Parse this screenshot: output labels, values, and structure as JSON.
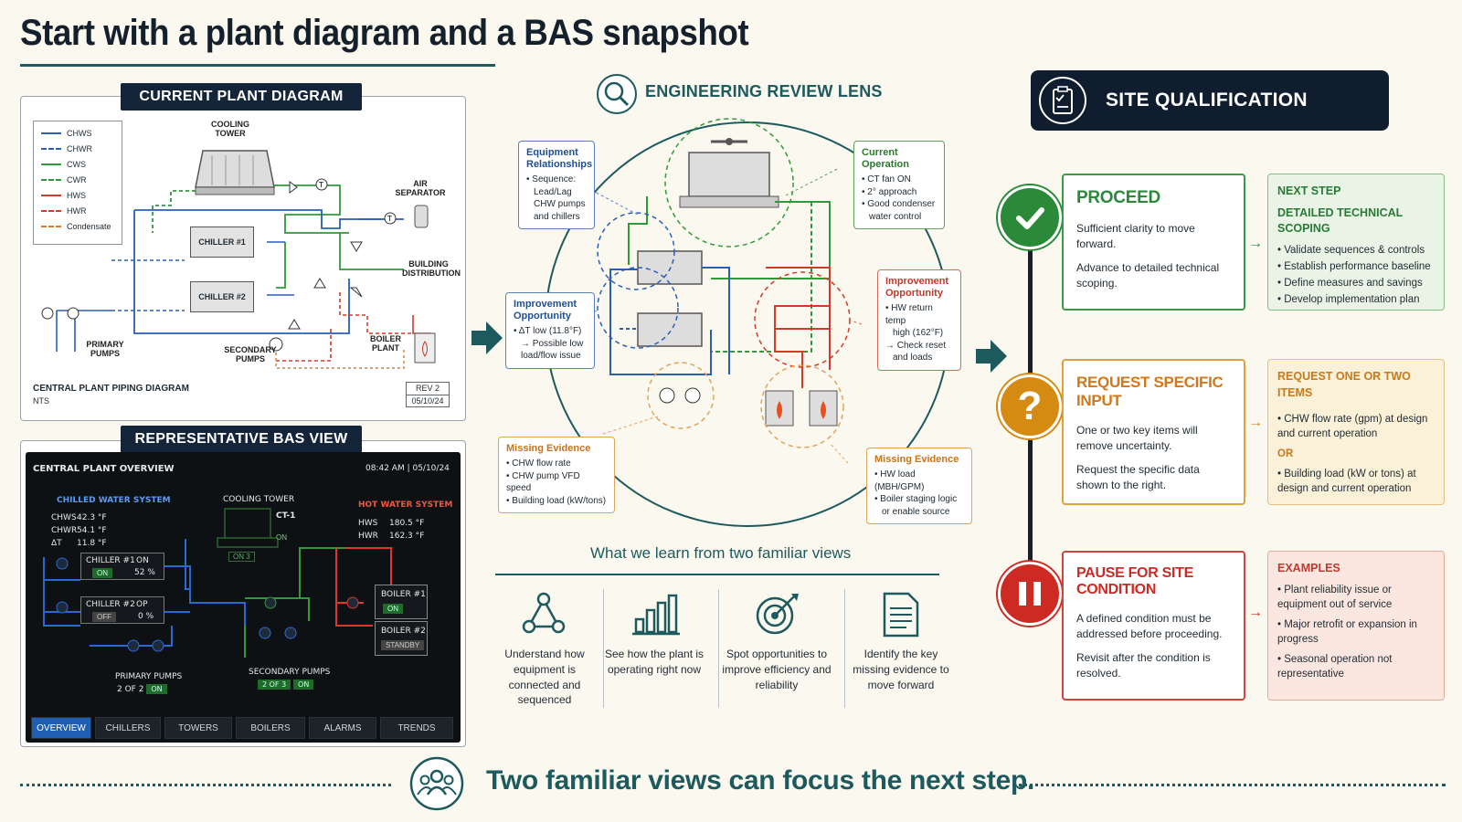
{
  "title": "Start with a plant diagram and a BAS snapshot",
  "plant": {
    "header": "CURRENT PLANT DIAGRAM",
    "legend": [
      {
        "label": "CHWS",
        "color": "#2a5fb5",
        "dash": false
      },
      {
        "label": "CHWR",
        "color": "#2a5fb5",
        "dash": true
      },
      {
        "label": "CWS",
        "color": "#2f9a3a",
        "dash": false
      },
      {
        "label": "CWR",
        "color": "#2f9a3a",
        "dash": true
      },
      {
        "label": "HWS",
        "color": "#d23a2a",
        "dash": false
      },
      {
        "label": "HWR",
        "color": "#d23a2a",
        "dash": true
      },
      {
        "label": "Condensate",
        "color": "#e07a2a",
        "dash": true
      }
    ],
    "labels": {
      "cooling_tower": "COOLING TOWER",
      "air_separator": "AIR SEPARATOR",
      "chiller1": "CHILLER #1",
      "chiller2": "CHILLER #2",
      "building_distribution": "BUILDING DISTRIBUTION",
      "primary_pumps": "PRIMARY PUMPS",
      "secondary_pumps": "SECONDARY PUMPS",
      "boiler_plant": "BOILER PLANT"
    },
    "footer_title": "CENTRAL PLANT PIPING DIAGRAM",
    "footer_sub": "NTS",
    "rev": "REV 2",
    "rev_date": "05/10/24"
  },
  "bas": {
    "header": "REPRESENTATIVE BAS VIEW",
    "screen_title": "CENTRAL PLANT OVERVIEW",
    "timestamp": "08:42 AM  |  05/10/24",
    "chw": {
      "title": "CHILLED WATER SYSTEM",
      "chws_label": "CHWS",
      "chws": "42.3 °F",
      "chwr_label": "CHWR",
      "chwr": "54.1 °F",
      "dt_label": "ΔT",
      "dt": "11.8 °F"
    },
    "tower": {
      "title": "COOLING TOWER",
      "unit": "CT-1",
      "status": "ON",
      "tag": "ON 3"
    },
    "hw": {
      "title": "HOT WATER SYSTEM",
      "hws_label": "HWS",
      "hws": "180.5 °F",
      "hwr_label": "HWR",
      "hwr": "162.3 °F"
    },
    "chiller1": {
      "name": "CHILLER #1",
      "state": "ON",
      "badge": "ON",
      "load": "52 %"
    },
    "chiller2": {
      "name": "CHILLER #2",
      "state": "OP",
      "badge": "OFF",
      "load": "0 %"
    },
    "primary": {
      "label": "PRIMARY PUMPS",
      "count": "2 OF 2",
      "badge": "ON"
    },
    "secondary": {
      "label": "SECONDARY PUMPS",
      "count": "2 OF 3",
      "badge": "ON"
    },
    "boiler1": {
      "name": "BOILER #1",
      "badge": "ON"
    },
    "boiler2": {
      "name": "BOILER #2",
      "badge": "STANDBY"
    },
    "tabs": [
      "OVERVIEW",
      "CHILLERS",
      "TOWERS",
      "BOILERS",
      "ALARMS",
      "TRENDS"
    ]
  },
  "lens": {
    "title": "ENGINEERING REVIEW LENS",
    "equip": {
      "title": "Equipment Relationships",
      "items": [
        "• Sequence:",
        "Lead/Lag",
        "CHW pumps",
        "and chillers"
      ]
    },
    "current": {
      "title": "Current Operation",
      "items": [
        "• CT fan ON",
        "• 2° approach",
        "• Good condenser",
        "water control"
      ]
    },
    "improve_left": {
      "title": "Improvement Opportunity",
      "items": [
        "• ΔT low (11.8°F)",
        "→ Possible low",
        "load/flow issue"
      ]
    },
    "improve_right": {
      "title": "Improvement Opportunity",
      "items": [
        "• HW return temp",
        "high (162°F)",
        "→ Check reset",
        "and loads"
      ]
    },
    "missing_left": {
      "title": "Missing Evidence",
      "items": [
        "• CHW flow rate",
        "• CHW pump VFD speed",
        "• Building load (kW/tons)"
      ]
    },
    "missing_right": {
      "title": "Missing Evidence",
      "items": [
        "• HW load (MBH/GPM)",
        "• Boiler staging logic",
        "or enable source"
      ]
    }
  },
  "learn": {
    "title": "What we learn from two familiar views",
    "cols": [
      {
        "text": "Understand how equipment is connected and sequenced",
        "icon": "network-icon"
      },
      {
        "text": "See how the plant is operating right now",
        "icon": "bar-chart-icon"
      },
      {
        "text": "Spot opportunities to improve efficiency and reliability",
        "icon": "target-icon"
      },
      {
        "text": "Identify the key missing evidence to move forward",
        "icon": "document-icon"
      }
    ]
  },
  "site": {
    "title": "SITE QUALIFICATION",
    "proceed": {
      "title": "PROCEED",
      "p1": "Sufficient clarity to move forward.",
      "p2": "Advance to detailed technical scoping."
    },
    "next": {
      "title": "NEXT STEP",
      "sub": "DETAILED TECHNICAL SCOPING",
      "items": [
        "• Validate sequences & controls",
        "• Establish performance baseline",
        "• Define measures and savings",
        "• Develop implementation plan"
      ]
    },
    "request": {
      "title": "REQUEST SPECIFIC INPUT",
      "p1": "One or two key items will remove uncertainty.",
      "p2": "Request the specific data shown to the right."
    },
    "request_items": {
      "title": "REQUEST ONE OR TWO ITEMS",
      "i1": "• CHW flow rate (gpm) at design and current operation",
      "or": "OR",
      "i2": "• Building load (kW or tons) at design and current operation"
    },
    "pause": {
      "title": "PAUSE FOR SITE CONDITION",
      "p1": "A defined condition must be addressed before proceeding.",
      "p2": "Revisit after the condition is resolved."
    },
    "examples": {
      "title": "EXAMPLES",
      "items": [
        "• Plant reliability issue or equipment out of service",
        "• Major retrofit or expansion in progress",
        "• Seasonal operation not representative"
      ]
    }
  },
  "footer": "Two familiar views can focus the next step.",
  "colors": {
    "accent": "#1d5a5e",
    "navy": "#14253a",
    "green": "#2f8a3a",
    "orange": "#d98a1a",
    "red": "#cc2a22"
  }
}
